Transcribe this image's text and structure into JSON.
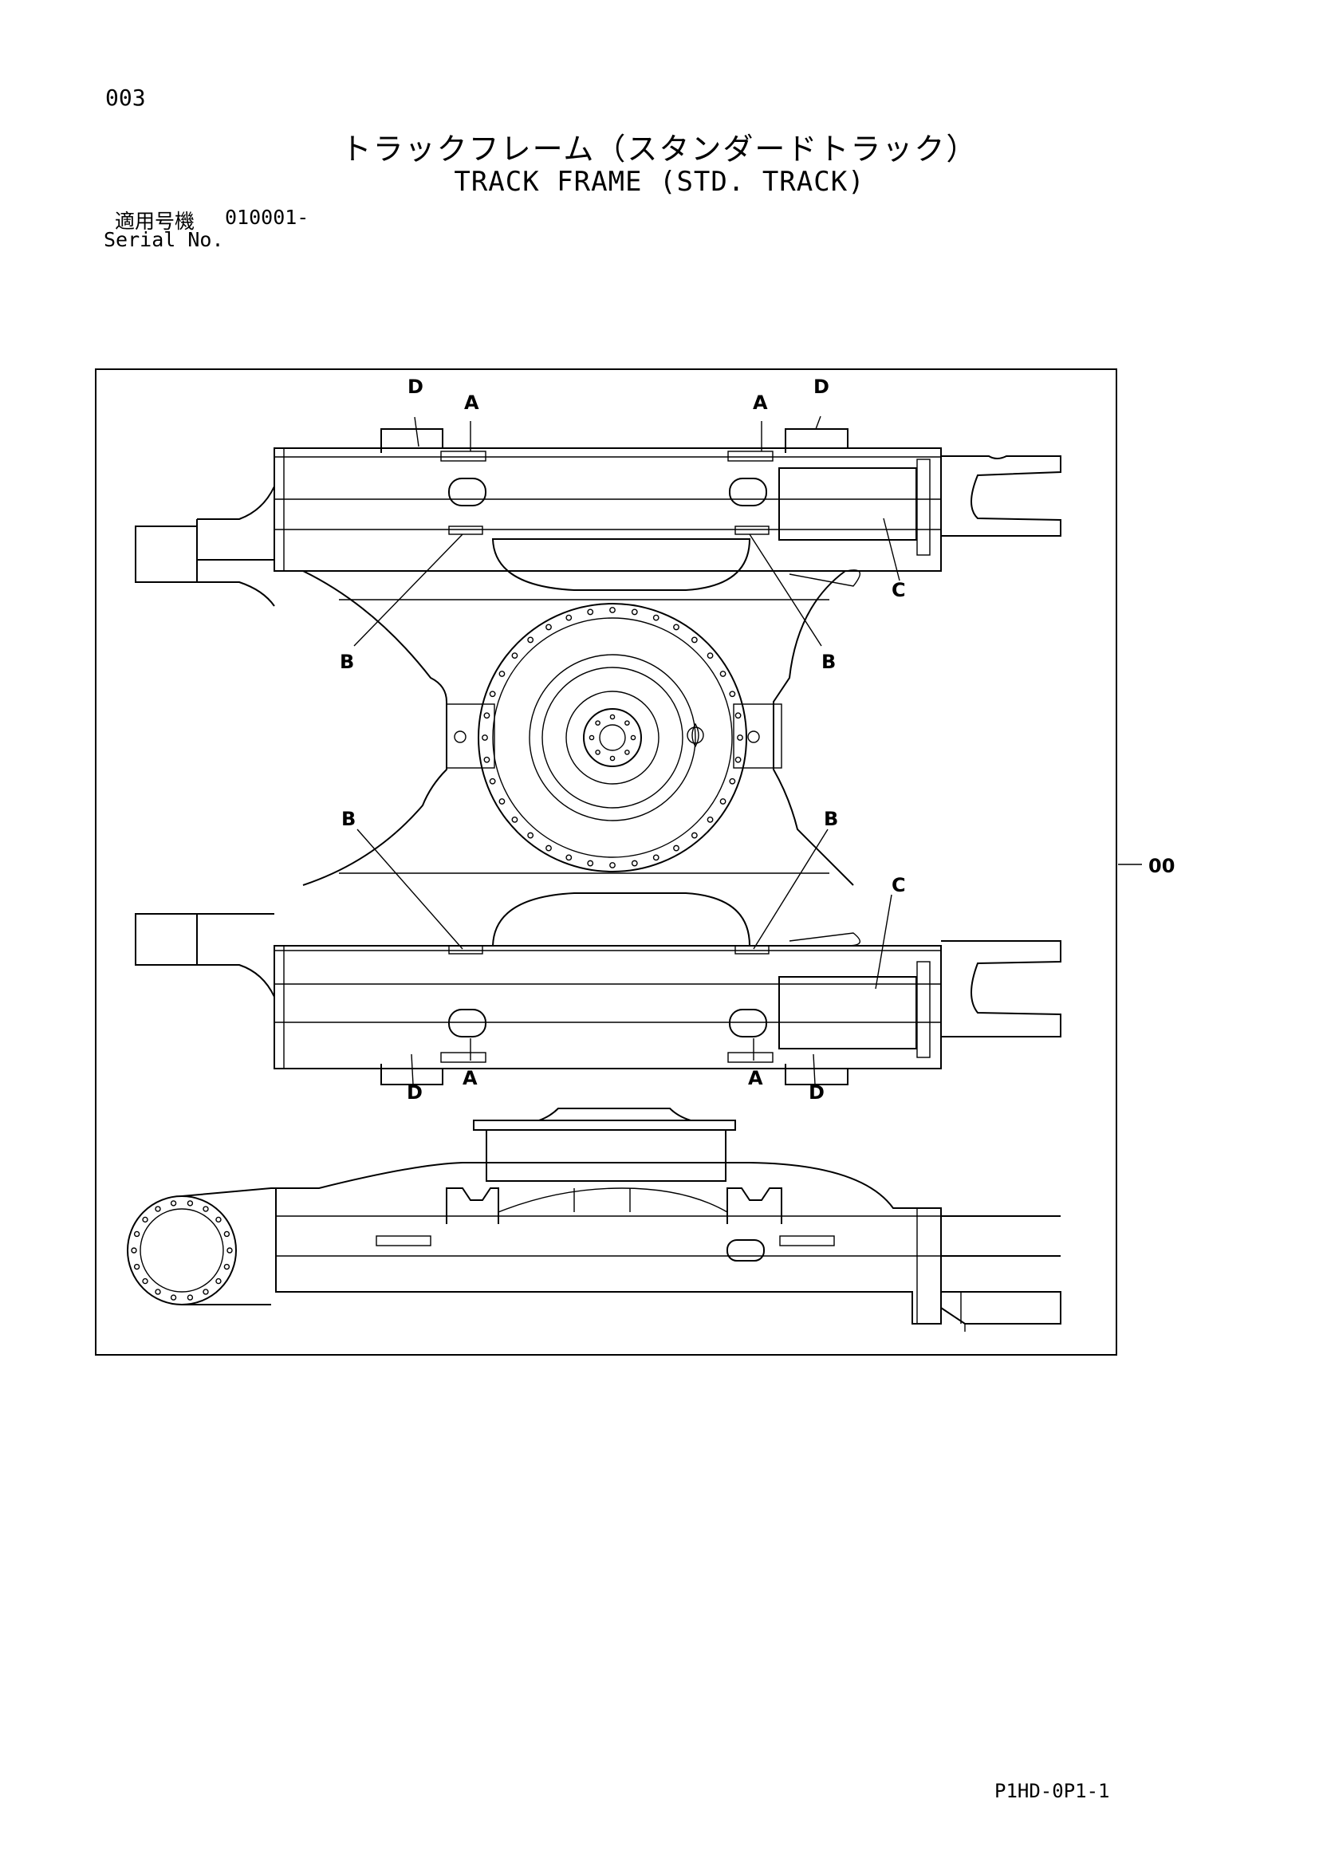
{
  "page_number": "003",
  "title_jp": "トラックフレーム（スタンダードトラック）",
  "title_en": "TRACK FRAME (STD. TRACK)",
  "serial": {
    "label_jp": "適用号機",
    "value": "010001-",
    "label_en": "Serial No."
  },
  "callouts": {
    "a": "A",
    "b": "B",
    "c": "C",
    "d": "D",
    "assembly": "00"
  },
  "page_code": "P1HD-0P1-1"
}
